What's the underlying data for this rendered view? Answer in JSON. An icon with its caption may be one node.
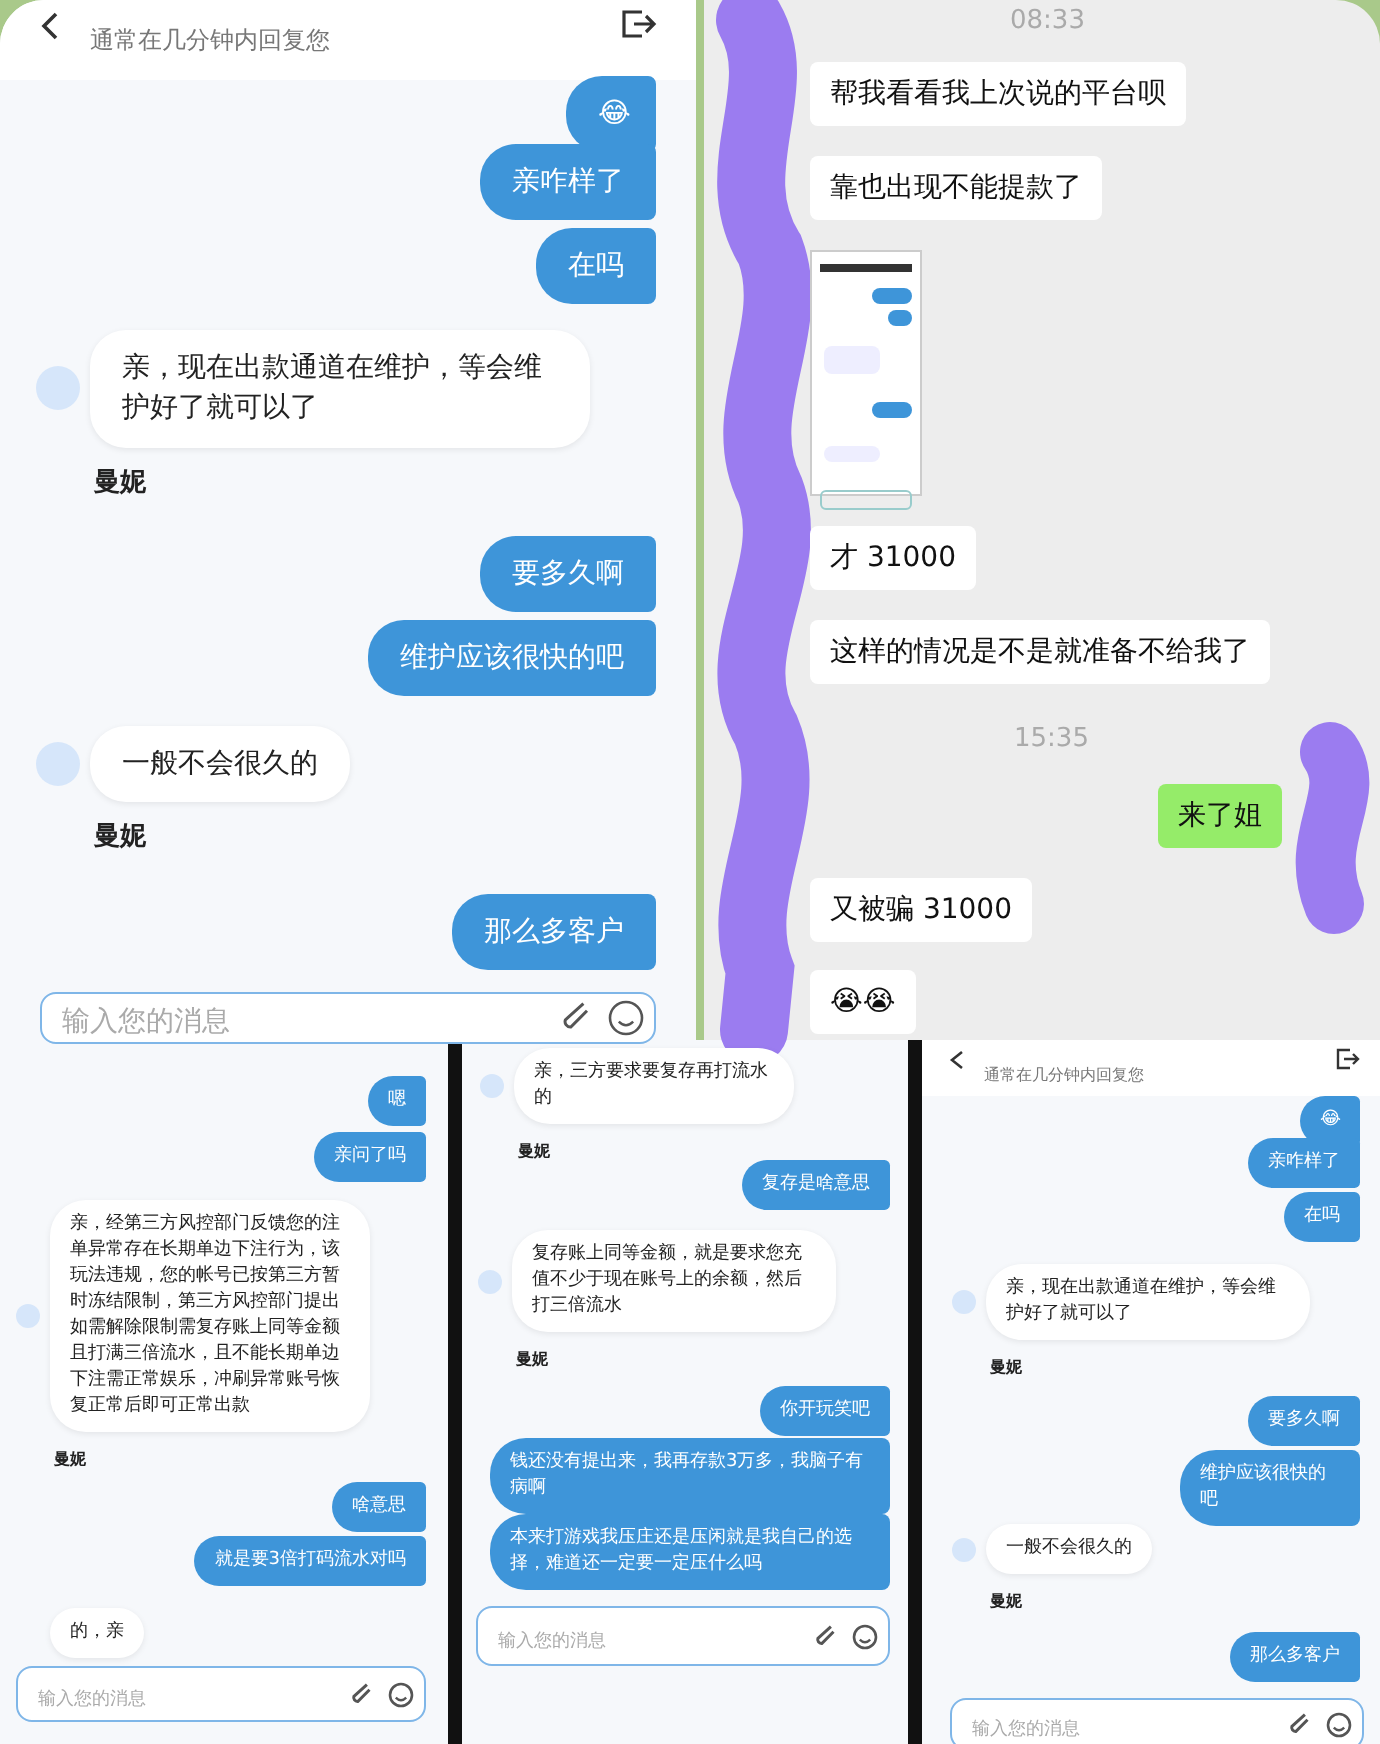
{
  "diagram": {
    "nodes": [
      {
        "text": [
          "😂"
        ]
      },
      {
        "text": [
          "亲咋样了"
        ]
      },
      {
        "text": [
          "在吗"
        ]
      },
      {
        "text": [
          "亲，现在出款通道在维护，等会维护好了就可以了"
        ],
        "beside": [
          "曼妮"
        ]
      },
      {
        "text": [
          "要多久啊"
        ]
      },
      {
        "text": [
          "维护应该很快的吧"
        ]
      },
      {
        "text": [
          "一般不会很久的"
        ],
        "beside": [
          "曼妮"
        ]
      },
      {
        "text": [
          "那么多客户"
        ]
      },
      {
        "text": [
          "帮我看看我上次说的平台呗"
        ]
      },
      {
        "text": [
          "靠也出现不能提款了"
        ]
      },
      {
        "text": [],
        "shape": "picture"
      },
      {
        "text": [
          "才 31000"
        ]
      },
      {
        "text": [
          "这样的情况是不是就准备不给我了"
        ]
      },
      {
        "text": [
          "来了姐"
        ]
      },
      {
        "text": [
          "又被骗 31000"
        ]
      },
      {
        "text": [
          "😭😭"
        ]
      },
      {
        "text": [
          "嗯"
        ]
      },
      {
        "text": [
          "亲问了吗"
        ]
      },
      {
        "text": [
          "亲，经第三方风控部门反馈您的注单异常存在长期单边下注行为，该玩法违规，您的帐号已按第三方暂时冻结限制，第三方风控部门提出如需解除限制需复存账上同等金额且打满三倍流水，且不能长期单边下注需正常娱乐，冲刷异常账号恢复正常后即可正常出款"
        ],
        "beside": [
          "曼妮"
        ]
      },
      {
        "text": [
          "啥意思"
        ]
      },
      {
        "text": [
          "就是要3倍打码流水对吗"
        ]
      },
      {
        "text": [
          "的，亲"
        ]
      },
      {
        "text": [
          "亲，三方要求要复存再打流水的"
        ],
        "beside": [
          "曼妮"
        ]
      },
      {
        "text": [
          "复存是啥意思"
        ]
      },
      {
        "text": [
          "复存账上同等金额，就是要求您充值不少于现在账号上的余额，然后打三倍流水"
        ],
        "beside": [
          "曼妮"
        ]
      },
      {
        "text": [
          "你开玩笑吧"
        ]
      },
      {
        "text": [
          "钱还没有提出来，我再存款3万多，我脑子有病啊"
        ]
      },
      {
        "text": [
          "本来打游戏我压庄还是压闲就是我自己的选择，难道还一定要一定压什么吗"
        ]
      },
      {
        "text": [
          "😂"
        ]
      },
      {
        "text": [
          "亲咋样了"
        ]
      },
      {
        "text": [
          "在吗"
        ]
      },
      {
        "text": [
          "亲，现在出款通道在维护，等会维护好了就可以了"
        ],
        "beside": [
          "曼妮"
        ]
      },
      {
        "text": [
          "要多久啊"
        ]
      },
      {
        "text": [
          "维护应该很快的吧"
        ]
      },
      {
        "text": [
          "一般不会很久的"
        ],
        "beside": [
          "曼妮"
        ]
      },
      {
        "text": [
          "那么多客户"
        ]
      }
    ],
    "labels": [
      "通常在几分钟内回复您",
      "输入您的消息",
      "08:33",
      "15:35",
      "输入您的消息",
      "输入您的消息",
      "通常在几分钟内回复您",
      "输入您的消息"
    ]
  }
}
